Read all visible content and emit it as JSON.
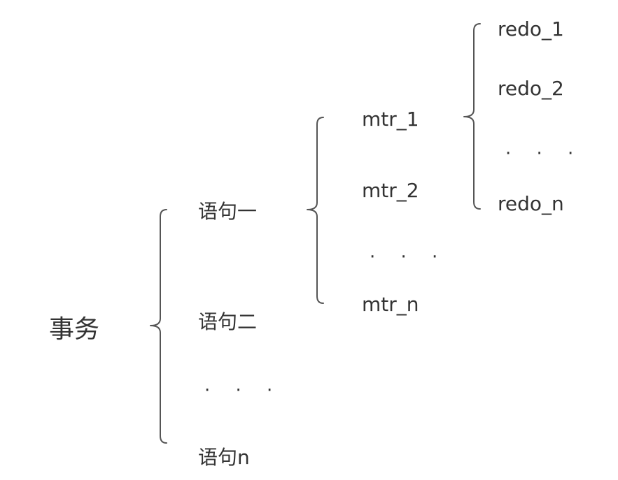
{
  "diagram": {
    "root": "事务",
    "level1": [
      "语句一",
      "语句二",
      "· · ·",
      "语句n"
    ],
    "level2": [
      "mtr_1",
      "mtr_2",
      "· · ·",
      "mtr_n"
    ],
    "level3": [
      "redo_1",
      "redo_2",
      "· · ·",
      "redo_n"
    ],
    "stroke_color": "#555555",
    "text_color": "#333333"
  }
}
